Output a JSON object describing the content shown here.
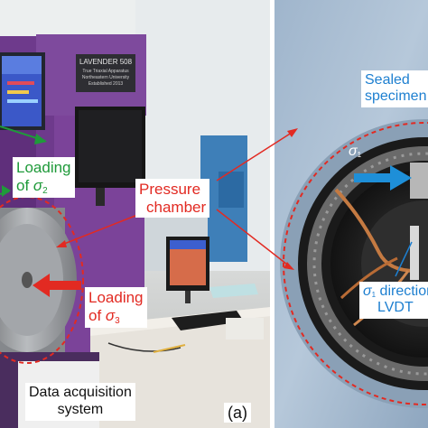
{
  "left_panel": {
    "machine_plate": {
      "line1": "LAVENDER 508",
      "line2": "True Triaxial Apparatus",
      "line3": "Northeastern University",
      "line4": "Established 2013"
    },
    "loading_sigma2": {
      "line1": "Loading",
      "prefix": "of ",
      "symbol": "σ",
      "subscript": "2"
    },
    "pressure_chamber": {
      "line1": "Pressure",
      "line2": "chamber"
    },
    "loading_sigma3": {
      "line1": "Loading",
      "prefix": "of ",
      "symbol": "σ",
      "subscript": "3"
    },
    "data_acquisition": {
      "line1": "Data acquisition",
      "line2": "system"
    },
    "panel_label": "(a)"
  },
  "right_panel": {
    "sealed_specimen": {
      "line1": "Sealed",
      "line2": "specimen"
    },
    "sigma1": {
      "symbol": "σ",
      "subscript": "1"
    },
    "lvdt": {
      "symbol": "σ",
      "subscript": "1",
      "line1_suffix": " direction",
      "line2": "LVDT"
    }
  },
  "colors": {
    "machine_purple": "#6e3a8c",
    "label_green": "#1f9a3a",
    "label_red": "#e22a22",
    "label_blue": "#1d7fd0",
    "arrow_blue": "#1e8fd8"
  }
}
